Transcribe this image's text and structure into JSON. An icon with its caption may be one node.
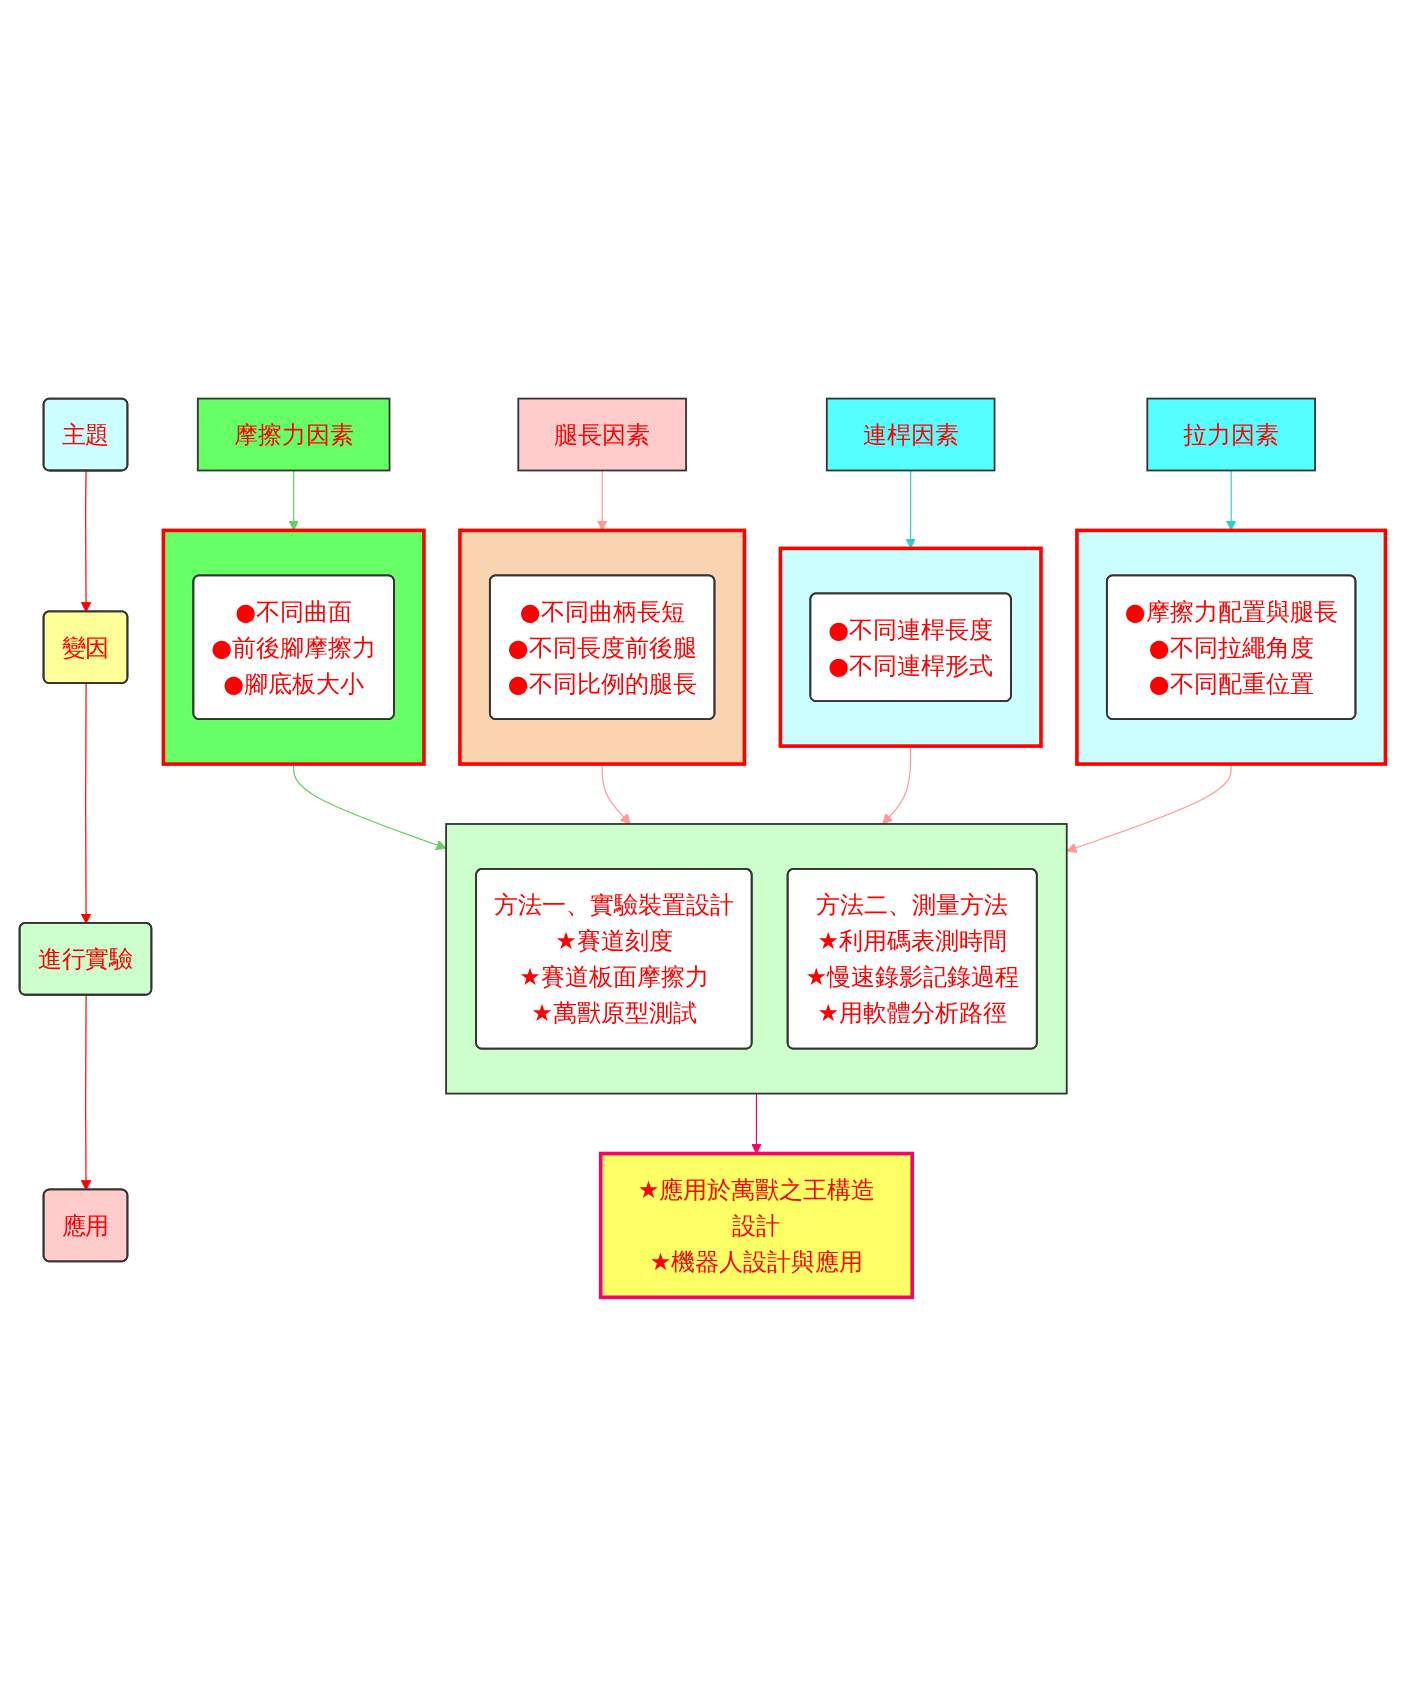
{
  "diagram": {
    "nodes": [
      {
        "text": [
          "主題"
        ]
      },
      {
        "text": [
          "摩擦力因素"
        ]
      },
      {
        "text": [
          "腿長因素"
        ]
      },
      {
        "text": [
          "連桿因素"
        ]
      },
      {
        "text": [
          "拉力因素"
        ]
      },
      {
        "text": [
          "變因"
        ]
      },
      {
        "text": [],
        "shape": "box"
      },
      {
        "text": [
          "●不同曲面",
          "●前後腳摩擦力",
          "●腳底板大小"
        ],
        "in": 6
      },
      {
        "text": [],
        "shape": "box"
      },
      {
        "text": [
          "●不同曲柄長短",
          "●不同長度前後腿",
          "●不同比例的腿長"
        ],
        "in": 8
      },
      {
        "text": [],
        "shape": "box"
      },
      {
        "text": [
          "●不同連桿長度",
          "●不同連桿形式"
        ],
        "in": 10
      },
      {
        "text": [],
        "shape": "box"
      },
      {
        "text": [
          "●摩擦力配置與腿長",
          "●不同拉繩角度",
          "●不同配重位置"
        ],
        "in": 12
      },
      {
        "text": [
          "進行實驗"
        ]
      },
      {
        "text": [],
        "shape": "box"
      },
      {
        "text": [
          "方法一、實驗裝置設計",
          "★賽道刻度",
          "★賽道板面摩擦力",
          "★萬獸原型測試"
        ],
        "in": 15
      },
      {
        "text": [
          "方法二、測量方法",
          "★利用碼表測時間",
          "★慢速錄影記錄過程",
          "★用軟體分析路徑"
        ],
        "in": 15
      },
      {
        "text": [
          "應用"
        ]
      },
      {
        "text": [
          "★應用於萬獸之王構造設計",
          "★機器人設計與應用"
        ]
      }
    ],
    "edges": [
      {
        "from": 0,
        "to": 5,
        "arrow": "to",
        "color": "#ff0000"
      },
      {
        "from": 5,
        "to": 14,
        "arrow": "to",
        "color": "#ff0000"
      },
      {
        "from": 14,
        "to": 18,
        "arrow": "to",
        "color": "#ff0000"
      },
      {
        "from": 1,
        "to": 6,
        "arrow": "to",
        "color": "#66cc66"
      },
      {
        "from": 2,
        "to": 8,
        "arrow": "to",
        "color": "#ff9999"
      },
      {
        "from": 3,
        "to": 10,
        "arrow": "to",
        "color": "#33cccc"
      },
      {
        "from": 4,
        "to": 12,
        "arrow": "to",
        "color": "#33cccc"
      },
      {
        "from": 6,
        "to": 15,
        "arrow": "to",
        "color": "#66cc66"
      },
      {
        "from": 8,
        "to": 15,
        "arrow": "to",
        "color": "#ff9999"
      },
      {
        "from": 10,
        "to": 15,
        "arrow": "to",
        "color": "#ff9999"
      },
      {
        "from": 12,
        "to": 15,
        "arrow": "to",
        "color": "#ff9999"
      },
      {
        "from": 15,
        "to": 19,
        "arrow": "to",
        "color": "#ff0066"
      }
    ]
  }
}
